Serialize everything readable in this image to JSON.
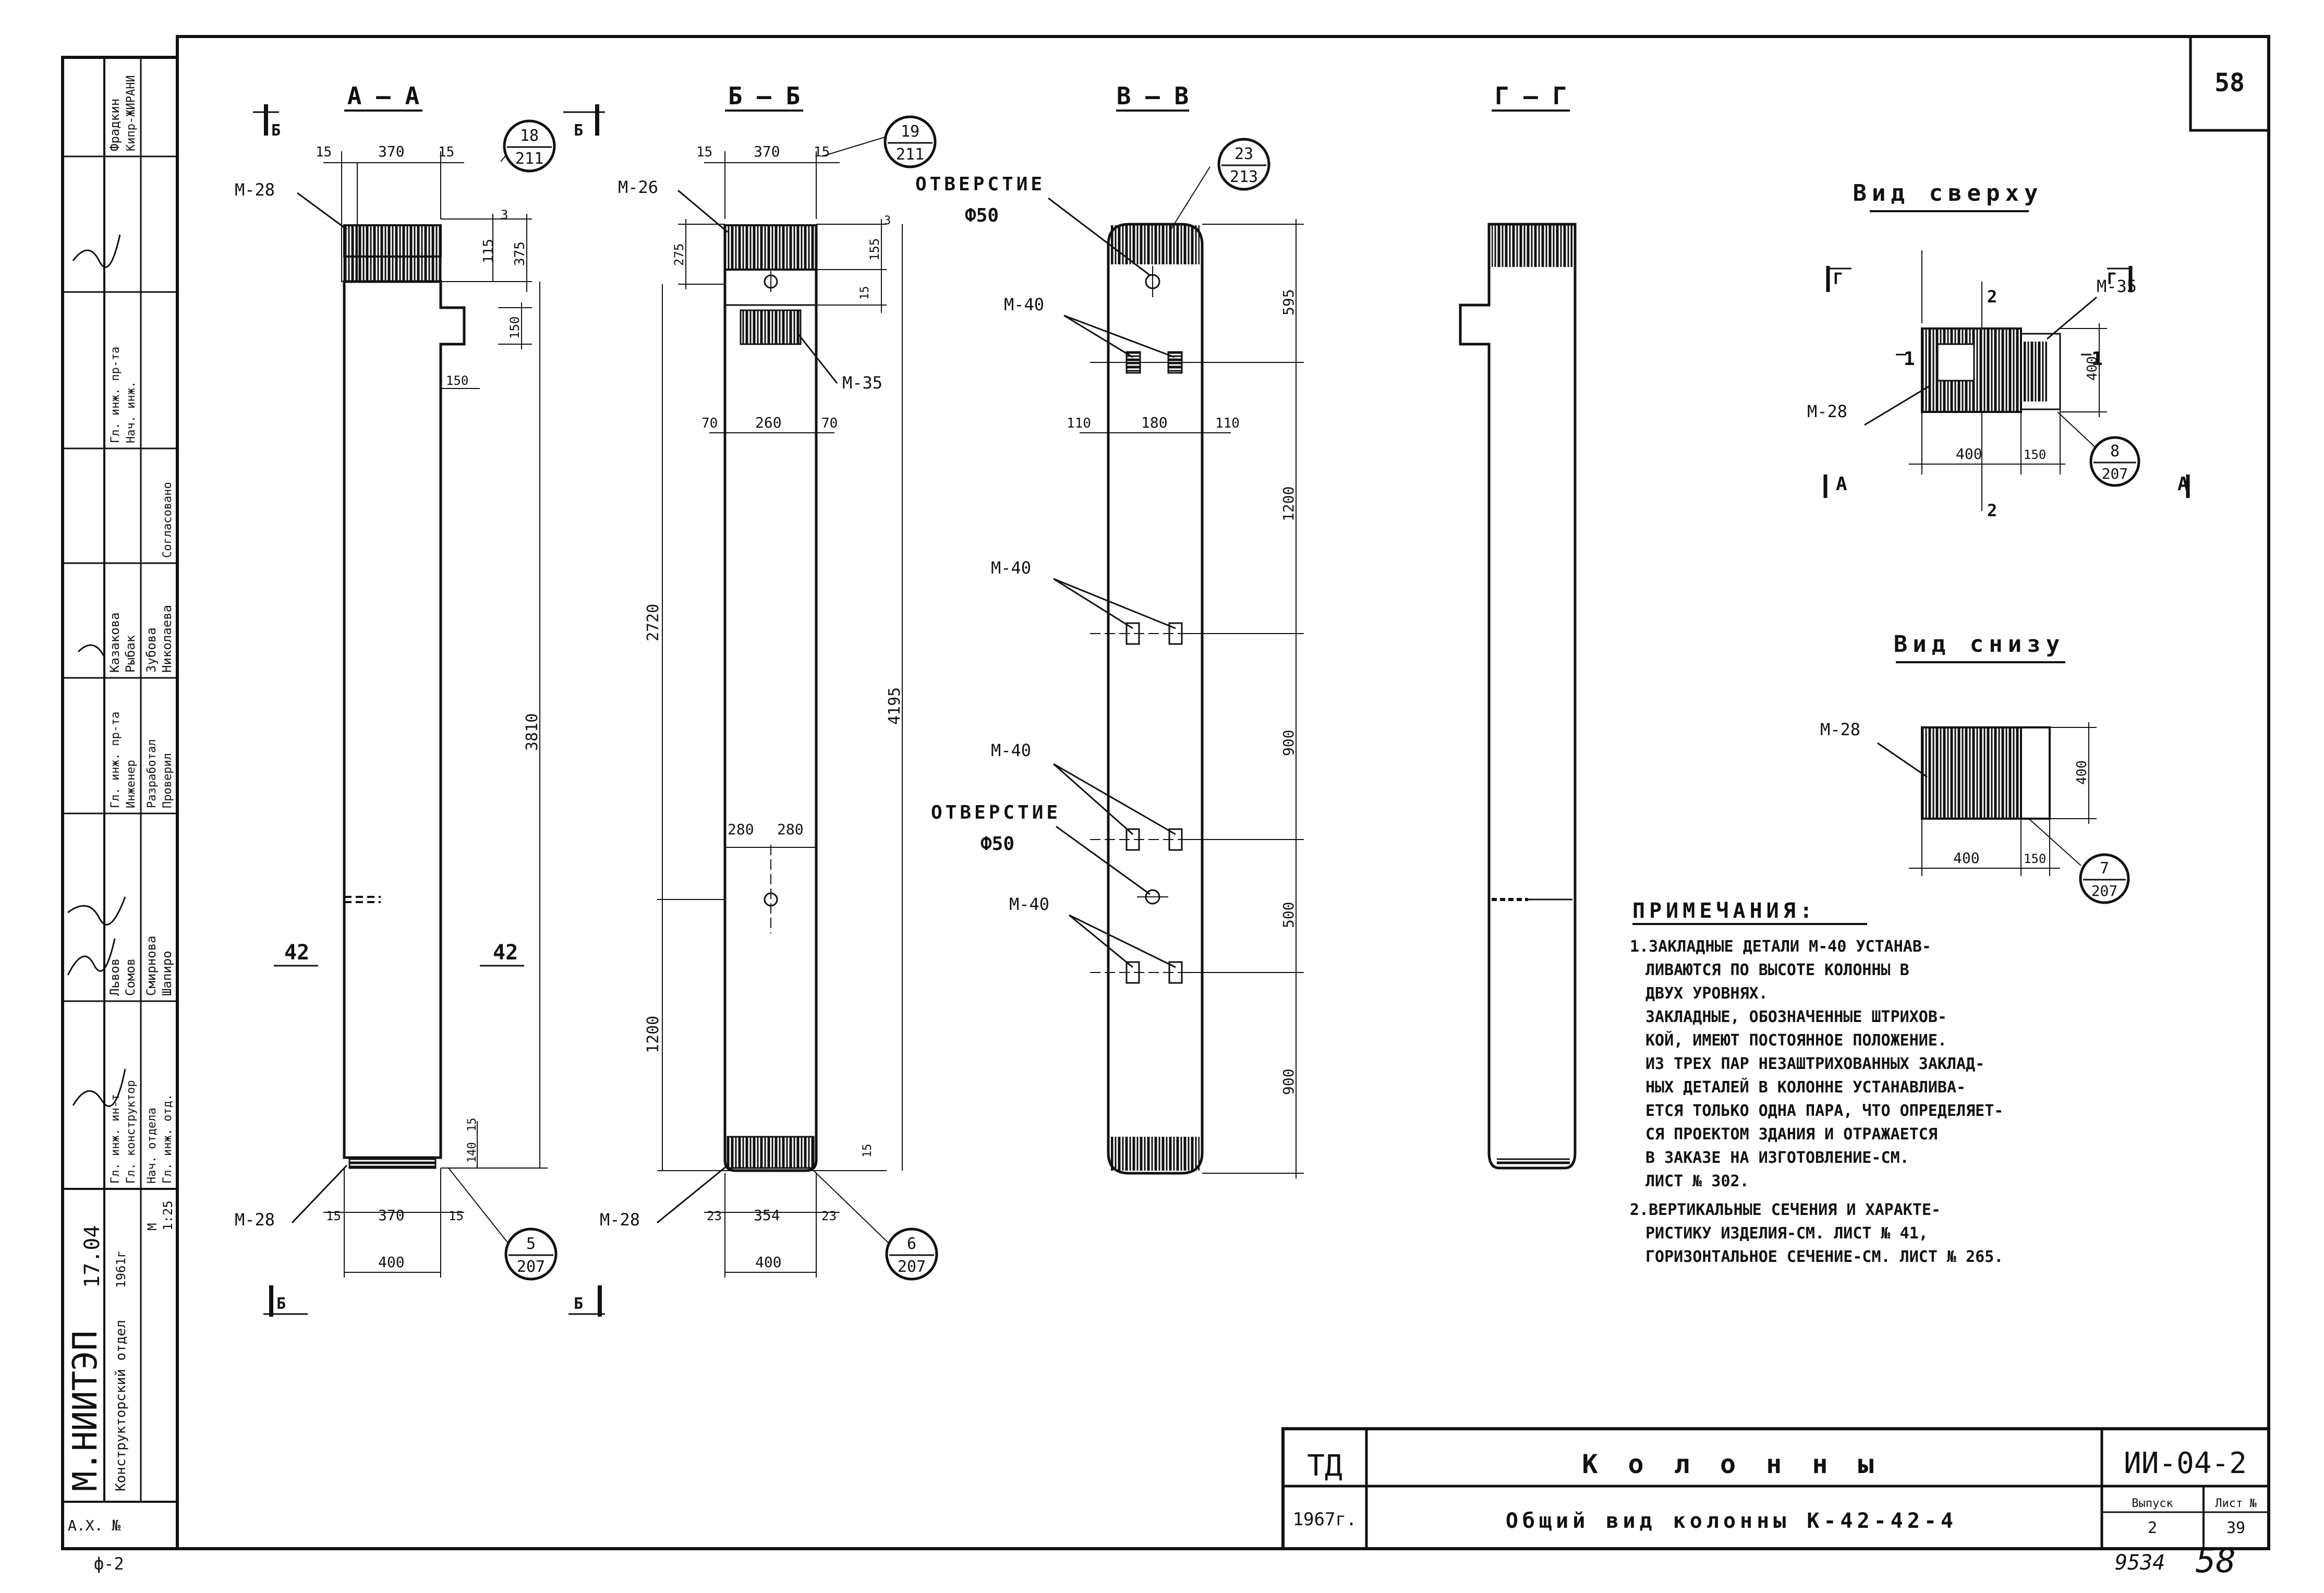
{
  "sheet_mark": "58",
  "sections": {
    "aa": "А — А",
    "bb": "Б — Б",
    "vv": "В — В",
    "gg": "Г — Г"
  },
  "section_marks": {
    "b": "Б",
    "g": "Г",
    "one": "1",
    "two": "2",
    "a": "А"
  },
  "bubbles": {
    "aa_top": {
      "n": "18",
      "d": "211"
    },
    "bb_top": {
      "n": "19",
      "d": "211"
    },
    "vv_top": {
      "n": "23",
      "d": "213"
    },
    "aa_bottom": {
      "n": "5",
      "d": "207"
    },
    "bb_bottom": {
      "n": "6",
      "d": "207"
    },
    "top_view": {
      "n": "8",
      "d": "207"
    },
    "bottom_view": {
      "n": "7",
      "d": "207"
    }
  },
  "labels": {
    "m28": "М-28",
    "m26": "М-26",
    "m35": "М-35",
    "m40": "М-40",
    "opening": "ОТВЕРСТИЕ",
    "phi50": "Ф50",
    "view_top": "Вид сверху",
    "view_bottom": "Вид снизу",
    "row42": "42"
  },
  "dims": {
    "aa": {
      "w15l": "15",
      "w370": "370",
      "w15r": "15",
      "d115": "115",
      "d3": "3",
      "d375": "375",
      "d150": "150",
      "d150b": "150",
      "d3810": "3810",
      "d140": "140",
      "d15": "15",
      "b15": "15",
      "b370": "370",
      "b15r": "15",
      "b400": "400"
    },
    "bb": {
      "w15l": "15",
      "w370": "370",
      "w15r": "15",
      "d275": "275",
      "d155": "155",
      "d3": "3",
      "d15": "15",
      "g70": "70",
      "g260": "260",
      "g70r": "70",
      "d2720": "2720",
      "d4195": "4195",
      "d280a": "280",
      "d280b": "280",
      "d1200": "1200",
      "d15b": "15",
      "b23": "23",
      "b354": "354",
      "b23r": "23",
      "b400": "400"
    },
    "vv": {
      "d595": "595",
      "g110": "110",
      "g180": "180",
      "g110r": "110",
      "d1200": "1200",
      "d900": "900",
      "d500": "500",
      "d900b": "900"
    },
    "top": {
      "w400": "400",
      "w150": "150",
      "h400": "400"
    },
    "bottom": {
      "w400": "400",
      "w150": "150",
      "h400": "400"
    }
  },
  "notes": {
    "title": "ПРИМЕЧАНИЯ:",
    "lines": [
      "1.ЗАКЛАДНЫЕ ДЕТАЛИ М-40 УСТАНАВ-",
      "ЛИВАЮТСЯ ПО ВЫСОТЕ КОЛОННЫ В",
      "ДВУХ УРОВНЯХ.",
      "ЗАКЛАДНЫЕ, ОБОЗНАЧЕННЫЕ ШТРИХОВ-",
      "КОЙ, ИМЕЮТ ПОСТОЯННОЕ ПОЛОЖЕНИЕ.",
      "ИЗ ТРЕХ ПАР НЕЗАШТРИХОВАННЫХ ЗАКЛАД-",
      "НЫХ ДЕТАЛЕЙ В КОЛОННЕ УСТАНАВЛИВА-",
      "ЕТСЯ ТОЛЬКО ОДНА ПАРА, ЧТО ОПРЕДЕЛЯЕТ-",
      "СЯ ПРОЕКТОМ ЗДАНИЯ И ОТРАЖАЕТСЯ",
      "В ЗАКАЗЕ НА ИЗГОТОВЛЕНИЕ-СМ.",
      "ЛИСТ № 302.",
      "2.ВЕРТИКАЛЬНЫЕ СЕЧЕНИЯ И ХАРАКТЕ-",
      "РИСТИКУ ИЗДЕЛИЯ-СМ. ЛИСТ № 41,",
      "ГОРИЗОНТАЛЬНОЕ СЕЧЕНИЕ-СМ. ЛИСТ № 265."
    ]
  },
  "title_block": {
    "td": "ТД",
    "year": "1967г.",
    "title": "К о л о н н ы",
    "subtitle": "Общий вид колонны К-42-42-4",
    "code": "ИИ-04-2",
    "vyp_label": "Выпуск",
    "vyp": "2",
    "list_label": "Лист №",
    "list": "39"
  },
  "footer": {
    "stamp": "9534",
    "page": "58",
    "format": "ф-2"
  },
  "side_stamp": {
    "org": "М.НИИТЭП",
    "dept": "Конструкторский отдел",
    "date": "17.04",
    "year": "1961г",
    "m": "М",
    "scale": "1:25",
    "axn": "А.Х. №",
    "roles": [
      "Гл. инж. ин-т",
      "Гл. конструктор",
      "Нач. отдела",
      "Гл. инж. отд.",
      "Гл. инж. пр-та",
      "Инженер",
      "Разработал",
      "Проверил",
      "Гл. инж. пр-та",
      "Нач. инж.",
      "Согласовано"
    ],
    "names": [
      "Львов",
      "Сомов",
      "Смирнова",
      "Шапиро",
      "Казакова",
      "Рыбак",
      "Зубова",
      "Николаева",
      "Фрадкин",
      "Кипр-ЖИРАНИ"
    ]
  }
}
